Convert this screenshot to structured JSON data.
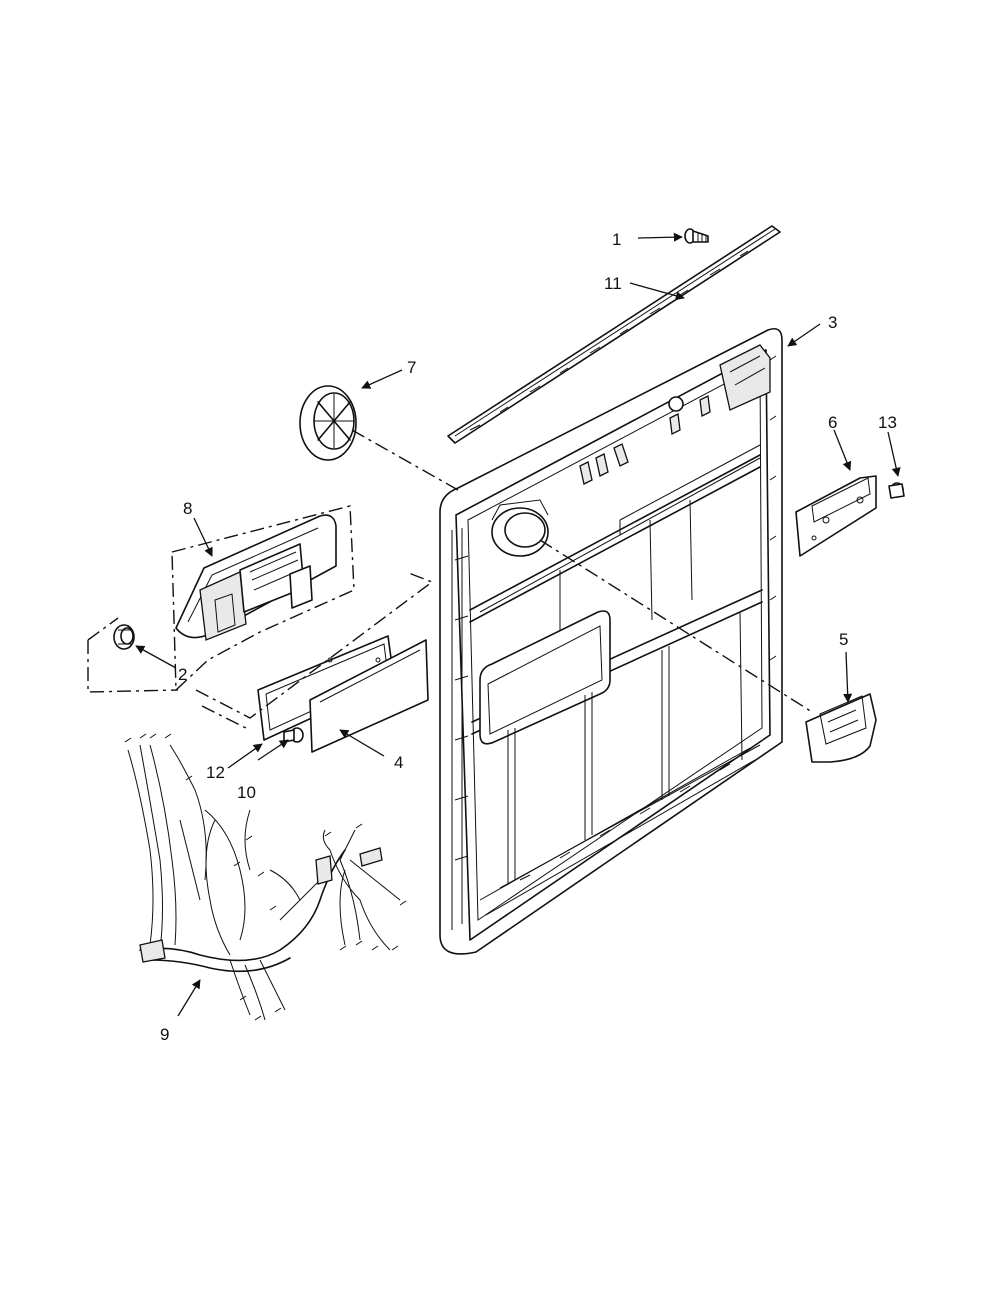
{
  "diagram": {
    "callouts": [
      {
        "id": "1",
        "text": "1"
      },
      {
        "id": "11",
        "text": "11"
      },
      {
        "id": "3",
        "text": "3"
      },
      {
        "id": "7",
        "text": "7"
      },
      {
        "id": "6",
        "text": "6"
      },
      {
        "id": "13",
        "text": "13"
      },
      {
        "id": "8",
        "text": "8"
      },
      {
        "id": "5",
        "text": "5"
      },
      {
        "id": "2",
        "text": "2"
      },
      {
        "id": "12",
        "text": "12"
      },
      {
        "id": "10",
        "text": "10"
      },
      {
        "id": "4",
        "text": "4"
      },
      {
        "id": "9",
        "text": "9"
      }
    ]
  }
}
